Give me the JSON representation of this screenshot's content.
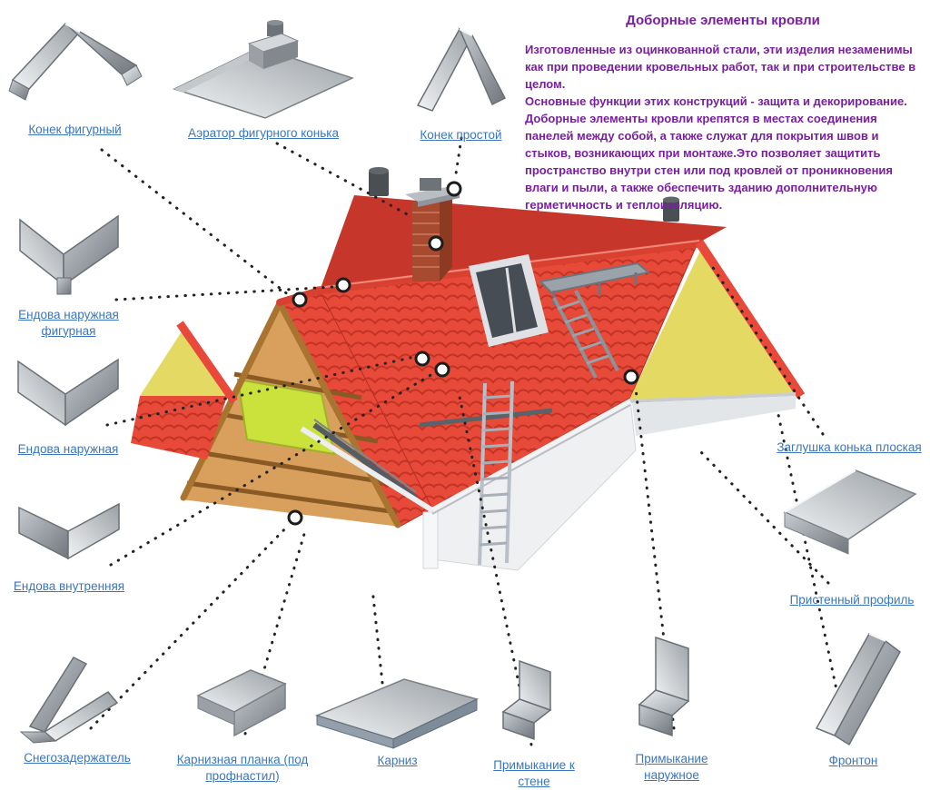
{
  "title": "Доборные элементы кровли",
  "description": "Изготовленные из оцинкованной стали, эти изделия незаменимы как при проведении кровельных работ, так и при строительстве в целом.\nОсновные функции этих конструкций - защита и декорирование. Доборные элементы кровли крепятся в местах соединения панелей между собой, а также служат для покрытия швов и стыков, возникающих при монтаже.Это позволяет защитить пространство внутри стен или под кровлей от проникновения влаги и пыли, а также обеспечить зданию дополнительную герметичность и теплоизоляцию.",
  "colors": {
    "text_accent": "#7a1ea1",
    "link": "#3b76bd",
    "roof_red": "#e74a38",
    "gable_yellow": "#e4da63",
    "metal_gray": "#b9bec4",
    "insulation_green": "#cbe13c"
  },
  "items": [
    {
      "id": "konek-figurny",
      "label": "Конек фигурный"
    },
    {
      "id": "aerator-figurnogo-konka",
      "label": "Аэратор фигурного конька"
    },
    {
      "id": "konek-prostoy",
      "label": "Конек простой"
    },
    {
      "id": "endova-naruzhnaya-figurnaya",
      "label": "Ендова наружная фигурная"
    },
    {
      "id": "endova-naruzhnaya",
      "label": "Ендова наружная"
    },
    {
      "id": "endova-vnutrennyaya",
      "label": "Ендова внутренняя"
    },
    {
      "id": "zaglushka-konka-ploskaya",
      "label": "Заглушка конька плоская"
    },
    {
      "id": "pristennyj-profil",
      "label": "Пристенный профиль"
    },
    {
      "id": "snegozaderzhatel",
      "label": "Снегозадержатель"
    },
    {
      "id": "karniznaya-planka",
      "label": "Карнизная планка (под профнастил)"
    },
    {
      "id": "karniz",
      "label": "Карниз"
    },
    {
      "id": "primykanie-k-stene",
      "label": "Примыкание к стене"
    },
    {
      "id": "primykanie-naruzhnoe",
      "label": "Примыкание наружное"
    },
    {
      "id": "fronton",
      "label": "Фронтон"
    }
  ]
}
